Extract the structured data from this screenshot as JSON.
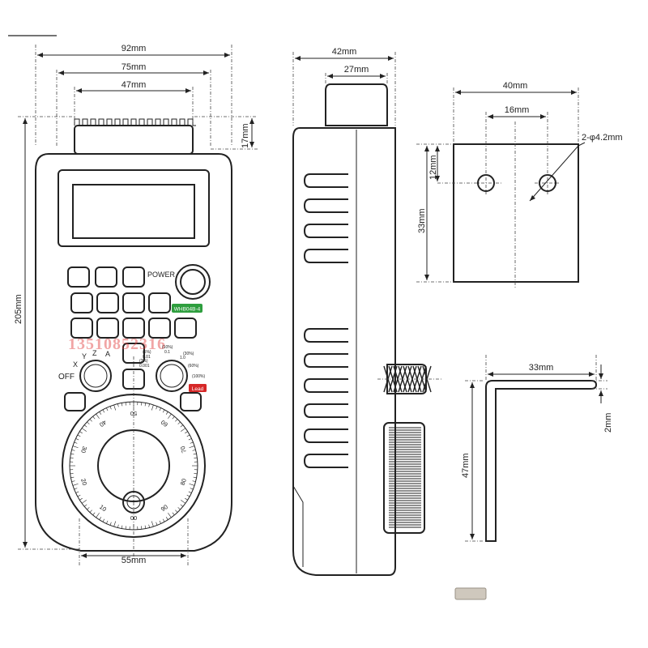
{
  "dimensions": {
    "front_width_outer": "92mm",
    "front_width_mid": "75mm",
    "front_width_screen": "47mm",
    "front_top_height": "17mm",
    "front_total_height": "205mm",
    "front_wheel_width": "55mm",
    "side_width": "42mm",
    "side_top_width": "27mm",
    "bracket_width": "40mm",
    "hole_spacing": "16mm",
    "hole_spec": "2-φ4.2mm",
    "hole_offset": "12mm",
    "bracket_height": "33mm",
    "angle_width": "33mm",
    "angle_thickness": "2mm",
    "angle_height": "47mm"
  },
  "labels": {
    "power": "POWER",
    "model": "WHB04B-4",
    "off": "OFF",
    "lead": "Lead",
    "axis_x": "X",
    "axis_y": "Y",
    "axis_z": "Z",
    "axis_a": "A",
    "step_2": "(2%)",
    "step_5": "(5%)",
    "step_10": "(10%)",
    "step_30": "(30%)",
    "step_60": "(60%)",
    "step_100": "(100%)",
    "val_001": "0.01",
    "val_01": "0.1",
    "val_0001": "0.001",
    "val_1": "1.0"
  },
  "watermark": "13510852316",
  "dial": {
    "ticks": 100,
    "numbers": [
      "10",
      "20",
      "30",
      "40",
      "50",
      "60",
      "70",
      "80",
      "90",
      "00"
    ]
  },
  "colors": {
    "model_badge": "#2e9e3e",
    "lead_badge": "#d62828",
    "watermark": "#e23a3a"
  }
}
